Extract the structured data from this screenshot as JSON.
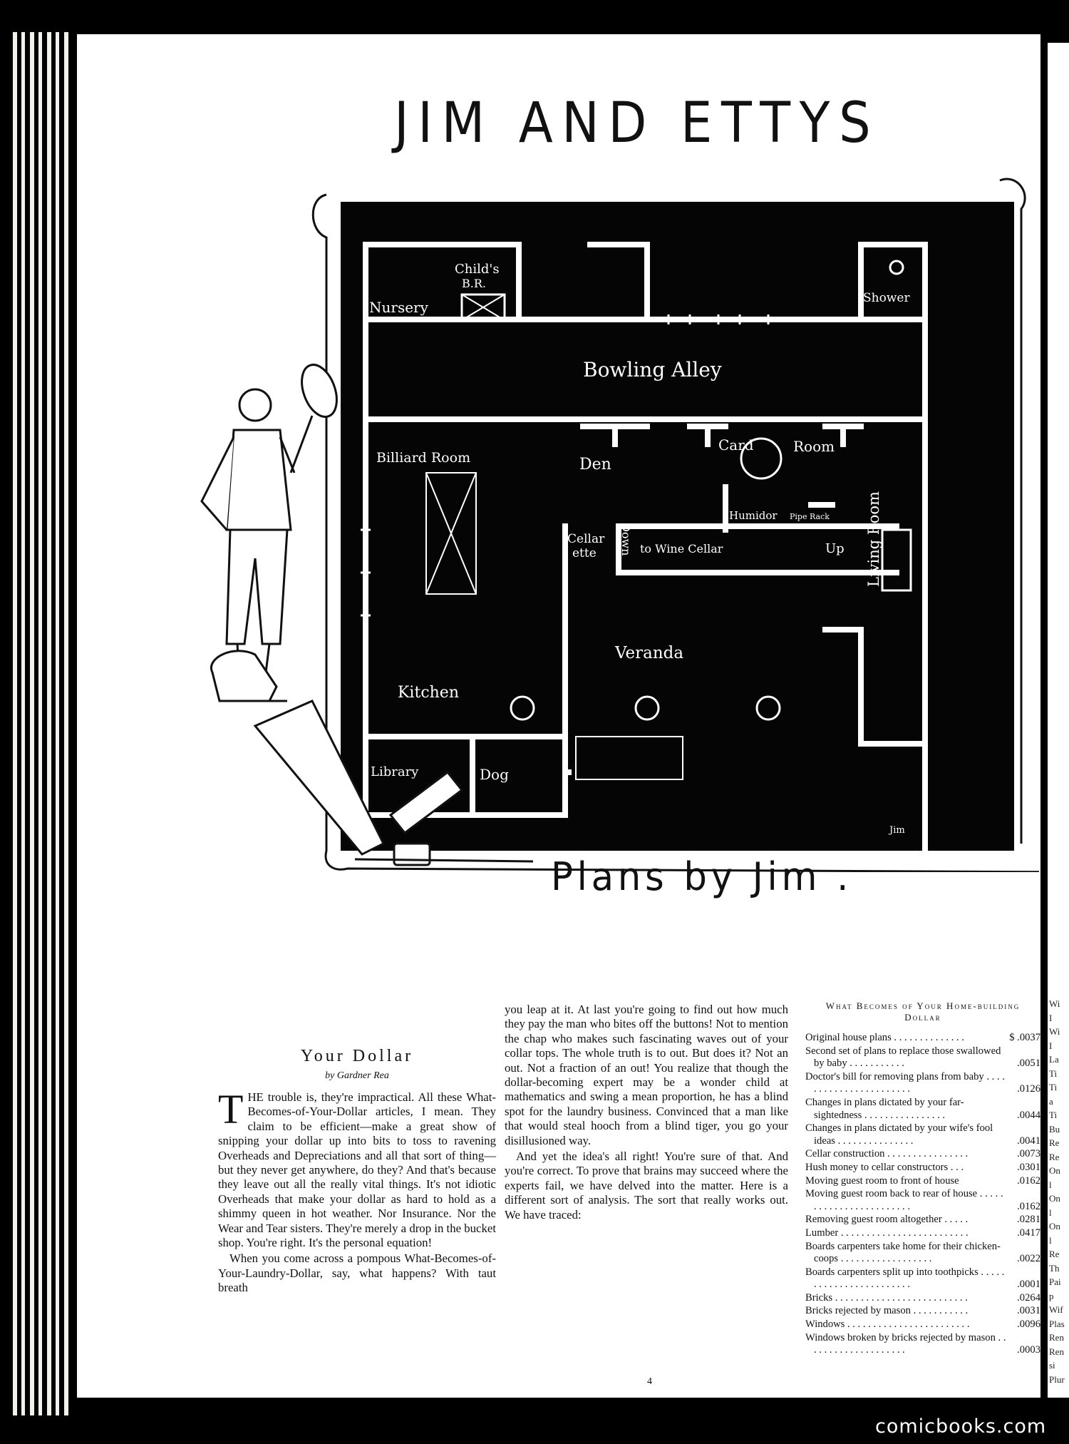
{
  "headline": "JIM AND ETTYS",
  "subheadline": "Plans by Jim .",
  "plan": {
    "signature": "Jim",
    "rooms": {
      "childs_br": "Child's",
      "childs_br2": "B.R.",
      "nursery": "Nursery",
      "shower": "Shower",
      "bowling_alley": "Bowling Alley",
      "billiard_room": "Billiard Room",
      "den": "Den",
      "card": "Card",
      "room": "Room",
      "humidor": "Humidor",
      "pipe_rack": "Pipe Rack",
      "cellarette1": "Cellar",
      "cellarette2": "ette",
      "down": "Down",
      "to_wine_cellar": "to Wine Cellar",
      "up": "Up",
      "living_room": "Living Room",
      "veranda": "Veranda",
      "kitchen": "Kitchen",
      "library": "Library",
      "dog": "Dog"
    }
  },
  "article": {
    "title": "Your Dollar",
    "byline": "by Gardner Rea",
    "dropcap": "T",
    "p1": "HE trouble is, they're impractical. All these What-Becomes-of-Your-Dollar articles, I mean. They claim to be efficient—make a great show of snipping your dollar up into bits to toss to ravening Overheads and Depreciations and all that sort of thing—but they never get anywhere, do they? And that's because they leave out all the really vital things. It's not idiotic Overheads that make your dollar as hard to hold as a shimmy queen in hot weather. Nor Insurance. Nor the Wear and Tear sisters. They're merely a drop in the bucket shop. You're right. It's the personal equation!",
    "p2": "When you come across a pompous What-Becomes-of-Your-Laundry-Dollar, say, what happens? With taut breath",
    "p3": "you leap at it. At last you're going to find out how much they pay the man who bites off the buttons! Not to mention the chap who makes such fascinating waves out of your collar tops. The whole truth is to out. But does it? Not an out. Not a fraction of an out! You realize that though the dollar-becoming expert may be a wonder child at mathematics and swing a mean proportion, he has a blind spot for the laundry business. Convinced that a man like that would steal hooch from a blind tiger, you go your disillusioned way.",
    "p4": "And yet the idea's all right! You're sure of that. And you're correct. To prove that brains may succeed where the experts fail, we have delved into the matter. Here is a different sort of analysis. The sort that really works out. We have traced:"
  },
  "table": {
    "title_line1": "What Becomes of Your Home-building",
    "title_line2": "Dollar",
    "rows": [
      {
        "item": "Original house plans . . . . . . . . . . . . . .",
        "value": "$ .0037"
      },
      {
        "item": "Second set of plans to replace those swallowed by baby . . . . . . . . . . .",
        "value": ".0051"
      },
      {
        "item": "Doctor's bill for removing plans from baby . . . . . . . . . . . . . . . . . . . . . . .",
        "value": ".0126"
      },
      {
        "item": "Changes in plans dictated by your far-sightedness . . . . . . . . . . . . . . . .",
        "value": ".0044"
      },
      {
        "item": "Changes in plans dictated by your wife's fool ideas . . . . . . . . . . . . . . .",
        "value": ".0041"
      },
      {
        "item": "Cellar construction . . . . . . . . . . . . . . . .",
        "value": ".0073"
      },
      {
        "item": "Hush money to cellar constructors . . .",
        "value": ".0301"
      },
      {
        "item": "Moving guest room to front of house",
        "value": ".0162"
      },
      {
        "item": "Moving guest room back to rear of house . . . . . . . . . . . . . . . . . . . . . . . .",
        "value": ".0162"
      },
      {
        "item": "Removing guest room altogether . . . . .",
        "value": ".0281"
      },
      {
        "item": "Lumber . . . . . . . . . . . . . . . . . . . . . . . . .",
        "value": ".0417"
      },
      {
        "item": "Boards carpenters take home for their chicken-coops . . . . . . . . . . . . . . . . . .",
        "value": ".0022"
      },
      {
        "item": "Boards carpenters split up into toothpicks . . . . . . . . . . . . . . . . . . . . . . . .",
        "value": ".0001"
      },
      {
        "item": "Bricks . . . . . . . . . . . . . . . . . . . . . . . . . .",
        "value": ".0264"
      },
      {
        "item": "Bricks rejected by mason . . . . . . . . . . .",
        "value": ".0031"
      },
      {
        "item": "Windows . . . . . . . . . . . . . . . . . . . . . . . .",
        "value": ".0096"
      },
      {
        "item": "Windows broken by bricks rejected by mason . . . . . . . . . . . . . . . . . . . .",
        "value": ".0003"
      }
    ]
  },
  "page_number": "4",
  "watermark": "comicbooks.com",
  "adjacent_page_fragments": [
    "Wi",
    "I",
    "Wi",
    "I",
    "La",
    "Ti",
    "Ti",
    "a",
    "Ti",
    "Bu",
    "Re",
    "Re",
    "On",
    "l",
    "On",
    "l",
    "On",
    "l",
    "Re",
    "Th",
    "Pai",
    "p",
    "Wif",
    "Plas",
    "Ren",
    "Ren",
    "si",
    "Plur"
  ]
}
